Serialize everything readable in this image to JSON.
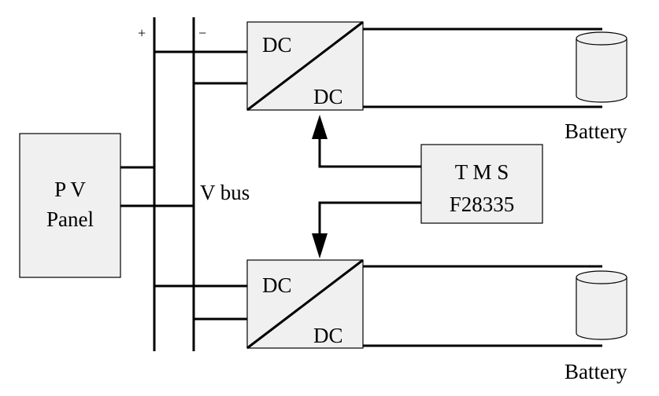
{
  "bus": {
    "plus": "+",
    "minus": "−",
    "label": "V bus"
  },
  "pv_panel": {
    "line1": "P V",
    "line2": "Panel"
  },
  "controller": {
    "line1": "T M S",
    "line2": "F28335"
  },
  "converter_top": {
    "input": "DC",
    "output": "DC"
  },
  "converter_bottom": {
    "input": "DC",
    "output": "DC"
  },
  "battery_top": {
    "label": "Battery"
  },
  "battery_bottom": {
    "label": "Battery"
  }
}
